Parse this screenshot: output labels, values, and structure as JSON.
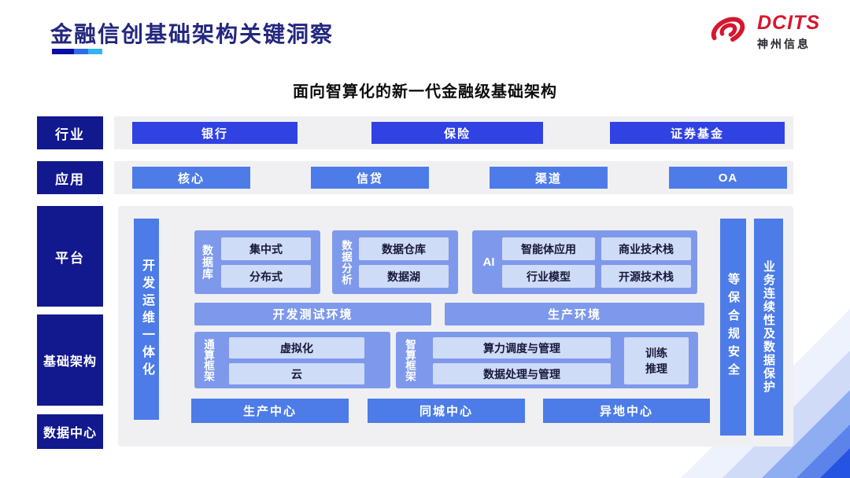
{
  "slide": {
    "title": "金融信创基础架构关键洞察",
    "subtitle": "面向智算化的新一代金融级基础架构"
  },
  "logo": {
    "name": "DCITS",
    "company": "神州信息"
  },
  "sidebar": {
    "industry": "行业",
    "application": "应用",
    "platform": "平台",
    "infrastructure": "基础架构",
    "datacenter": "数据中心"
  },
  "industry_row": {
    "items": [
      "银行",
      "保险",
      "证券基金"
    ]
  },
  "application_row": {
    "items": [
      "核心",
      "信贷",
      "渠道",
      "OA"
    ]
  },
  "platform": {
    "devops_bar": "开发运维一体化",
    "database_group": {
      "label": "数据库",
      "items": [
        "集中式",
        "分布式"
      ]
    },
    "analytics_group": {
      "label": "数据分析",
      "items": [
        "数据仓库",
        "数据湖"
      ]
    },
    "ai_group": {
      "label": "AI",
      "items": [
        "智能体应用",
        "商业技术栈",
        "行业模型",
        "开源技术栈"
      ]
    },
    "environments": [
      "开发测试环境",
      "生产环境"
    ],
    "general_compute": {
      "label": "通算框架",
      "items": [
        "虚拟化",
        "云"
      ]
    },
    "ai_compute": {
      "label": "智算框架",
      "items": [
        "算力调度与管理",
        "数据处理与管理"
      ],
      "side": "训练推理"
    },
    "centers": [
      "生产中心",
      "同城中心",
      "异地中心"
    ],
    "security_bar": "等保合规安全",
    "continuity_bar": "业务连续性及数据保护"
  },
  "colors": {
    "sidebar_navy": "#12188d",
    "industry_blue": "#3142e2",
    "mid_blue": "#4d7ce8",
    "group_blue": "#7e99ec",
    "chip_blue": "#cfdcf7",
    "panel_gray": "#f0f0f3",
    "brand_red": "#d5172e",
    "title_navy": "#23277e",
    "accent_cyan": "#33b3f0"
  }
}
